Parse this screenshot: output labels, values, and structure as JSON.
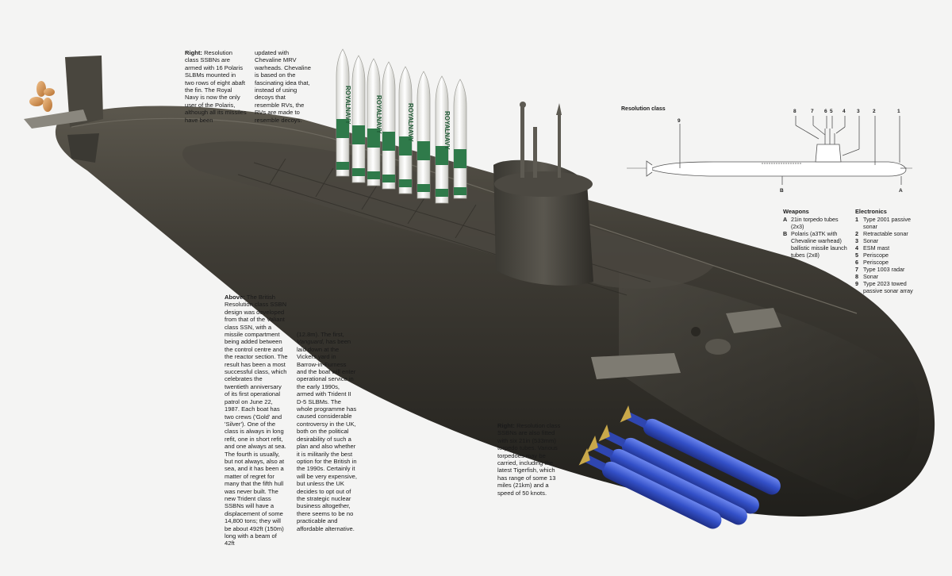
{
  "captions": {
    "polaris": {
      "lead": "Right:",
      "col1": "Resolution class SSBNs are armed with 16 Polaris SLBMs mounted in two rows of eight abaft the fin. The Royal Navy is now the only user of the Polaris, although all its missiles have been",
      "col2": "updated with Chevaline MRV warheads. Chevaline is based on the fascinating idea that, instead of using decoys that resemble RVs, the RVs are made to resemble decoys."
    },
    "above": {
      "lead": "Above:",
      "col1": "The British Resolution class SSBN design was developed from that of the Valiant class SSN, with a missile compartment being added between the control centre and the reactor section. The result has been a most successful class, which celebrates the twentieth anniversary of its first operational patrol on June 22, 1987. Each boat has two crews ('Gold' and 'Silver'). One of the class is always in long refit, one in short refit, and one always at sea. The fourth is usually, but not always, also at sea, and it has been a matter of regret for many that the fifth hull was never built. The new Trident class SSBNs will have a displacement of some 14,800 tons; they will be about 492ft (150m) long with a beam of 42ft",
      "col2_pre": "(12.8m). The first,",
      "col2_italic": "Vanguard,",
      "col2_post": "has been laid down at the Vickers yard in Barrow-in-Furness and the boat will enter operational service in the early 1990s, armed with Trident II D-5 SLBMs. The whole programme has caused considerable controversy in the UK, both on the political desirability of such a plan and also whether it is militarily the best option for the British in the 1990s. Certainly it will be very expensive, but unless the UK decides to opt out of the strategic nuclear business altogether, there seems to be no practicable and affordable alternative."
    },
    "torpedo": {
      "lead": "Right:",
      "body": "Resolution class SSBNs are also fitted with six 21in (533mm) torpedo tubes. Various torpedoes may be carried, including the latest Tigerfish, which has range of some 13 miles (21km) and a speed of 50 knots."
    }
  },
  "missile_markings": [
    "ROYAL",
    "NAVY"
  ],
  "diagram": {
    "title": "Resolution class",
    "callout_numbers": [
      "8",
      "7",
      "6",
      "5",
      "4",
      "3",
      "2",
      "1",
      "9"
    ],
    "letters": [
      "B",
      "A"
    ]
  },
  "weapons": {
    "heading": "Weapons",
    "items": [
      {
        "key": "A",
        "text": "21in torpedo tubes (2x3)"
      },
      {
        "key": "B",
        "text": "Polaris (a3TK with Chevaline warhead) ballistic missile launch tubes (2x8)"
      }
    ]
  },
  "electronics": {
    "heading": "Electronics",
    "items": [
      {
        "key": "1",
        "text": "Type 2001 passive sonar"
      },
      {
        "key": "2",
        "text": "Retractable sonar"
      },
      {
        "key": "3",
        "text": "Sonar"
      },
      {
        "key": "4",
        "text": "ESM mast"
      },
      {
        "key": "5",
        "text": "Periscope"
      },
      {
        "key": "6",
        "text": "Periscope"
      },
      {
        "key": "7",
        "text": "Type 1003 radar"
      },
      {
        "key": "8",
        "text": "Sonar"
      },
      {
        "key": "9",
        "text": "Type 2023 towed passive sonar array"
      }
    ]
  },
  "colors": {
    "hull": "#3d3a33",
    "missile_body": "#f2f2ee",
    "missile_stripe": "#2f7a4a",
    "torpedo": "#3350c8"
  }
}
